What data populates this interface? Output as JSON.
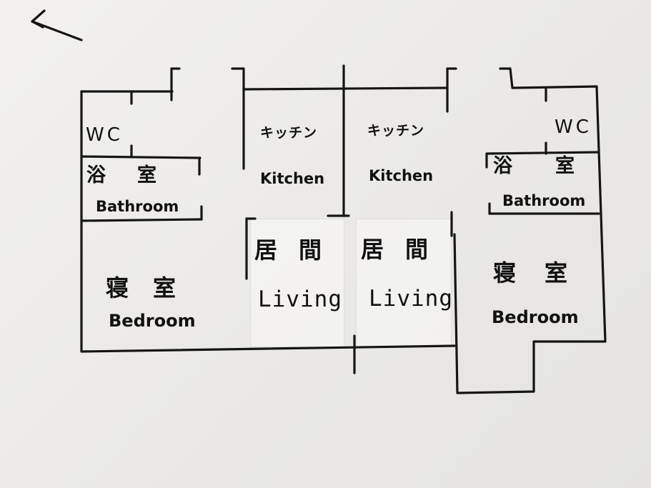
{
  "floor_plan": {
    "units": [
      {
        "side": "left",
        "wc": "WC",
        "bath_jp": "浴室",
        "bath_en": "Bathroom",
        "bed_jp": "寝室",
        "bed_en": "Bedroom",
        "kitchen_jp": "キッチン",
        "kitchen_en": "Kitchen",
        "living_jp": "居間",
        "living_en": "Living"
      },
      {
        "side": "right",
        "wc": "WC",
        "bath_jp": "浴室",
        "bath_en": "Bathroom",
        "bed_jp": "寝室",
        "bed_en": "Bedroom",
        "kitchen_jp": "キッチン",
        "kitchen_en": "Kitchen",
        "living_jp": "居間",
        "living_en": "Living"
      }
    ]
  }
}
